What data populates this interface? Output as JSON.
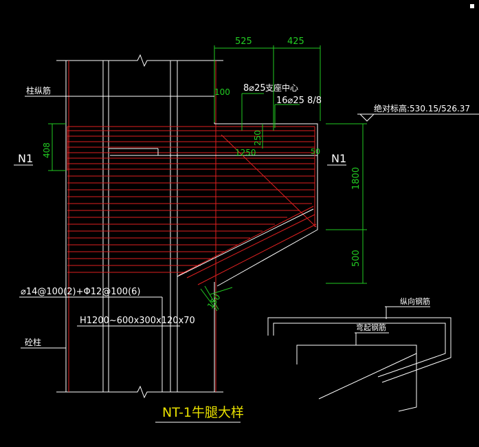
{
  "drawing": {
    "title": "NT-1牛腿大样",
    "colors": {
      "background": "#000000",
      "rebar": "#e02020",
      "outline": "#ffffff",
      "dimension": "#22cc22",
      "title": "#e8e000"
    }
  },
  "labels": {
    "column_rebar": "柱纵筋",
    "bearing_center": "支座中心",
    "top_bars_1": "8⌀25",
    "top_bars_2": "16⌀25 8/8",
    "elevation": "绝对标高:530.15/526.37",
    "stirrups": "⌀14@100(2)+Φ12@100(6)",
    "steel_section": "H1200~600x300x120x70",
    "concrete_column": "砼柱",
    "section_mark_left": "N1",
    "section_mark_right": "N1"
  },
  "dimensions": {
    "top_left": "525",
    "top_right": "425",
    "d100": "100",
    "d408": "408",
    "d250": "250",
    "d1250": "1250",
    "d50": "50",
    "d1800": "1800",
    "d500": "500",
    "d150": "150"
  },
  "detail": {
    "longitudinal": "纵向钢筋",
    "bent_up": "弯起钢筋"
  }
}
